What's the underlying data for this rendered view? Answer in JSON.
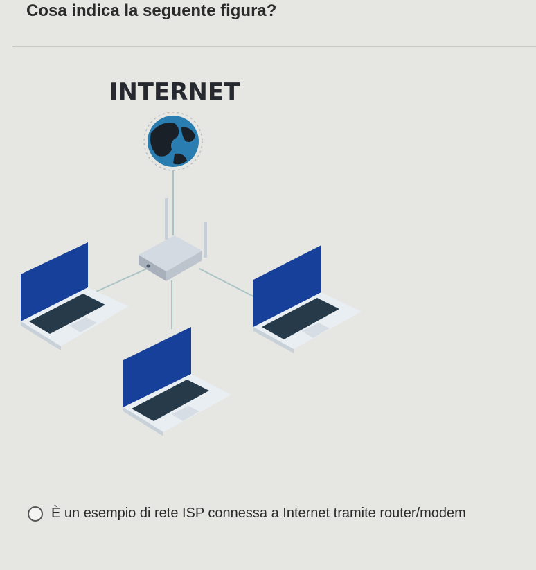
{
  "question": {
    "title": "Cosa indica la seguente figura?"
  },
  "figure": {
    "heading": "INTERNET",
    "colors": {
      "laptop_screen": "#17409a",
      "laptop_body": "#e9eef2",
      "keyboard": "#263a4a",
      "globe_ocean": "#2a7db0",
      "globe_land": "#1a2028",
      "router": "#c5ccd6",
      "link_line": "#aac4c6"
    },
    "icons": [
      "globe-icon",
      "router-icon",
      "laptop-icon"
    ]
  },
  "options": [
    {
      "label": "È un esempio di rete ISP connessa a Internet tramite router/modem",
      "selected": false
    }
  ]
}
